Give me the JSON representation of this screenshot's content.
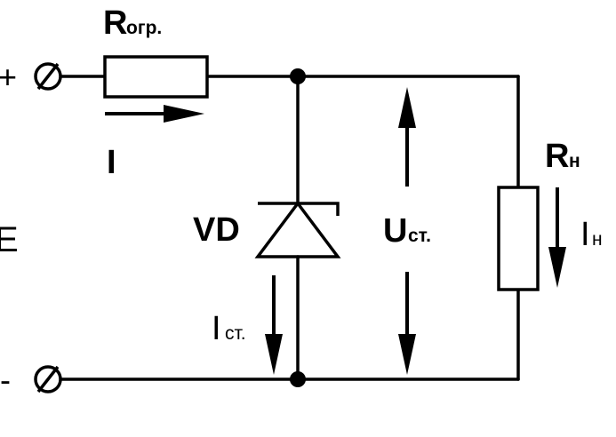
{
  "labels": {
    "plus": "+",
    "minus": "-",
    "source": "E",
    "r_limit_main": "R",
    "r_limit_sub": "огр.",
    "current": "I",
    "diode": "VD",
    "i_st_main": "I",
    "i_st_sub": "ст.",
    "u_st_main": "U",
    "u_st_sub": "ст.",
    "r_load_main": "R",
    "r_load_sub": "н",
    "i_load_main": "I",
    "i_load_sub": "н"
  },
  "colors": {
    "stroke": "#000000",
    "background": "#ffffff"
  }
}
